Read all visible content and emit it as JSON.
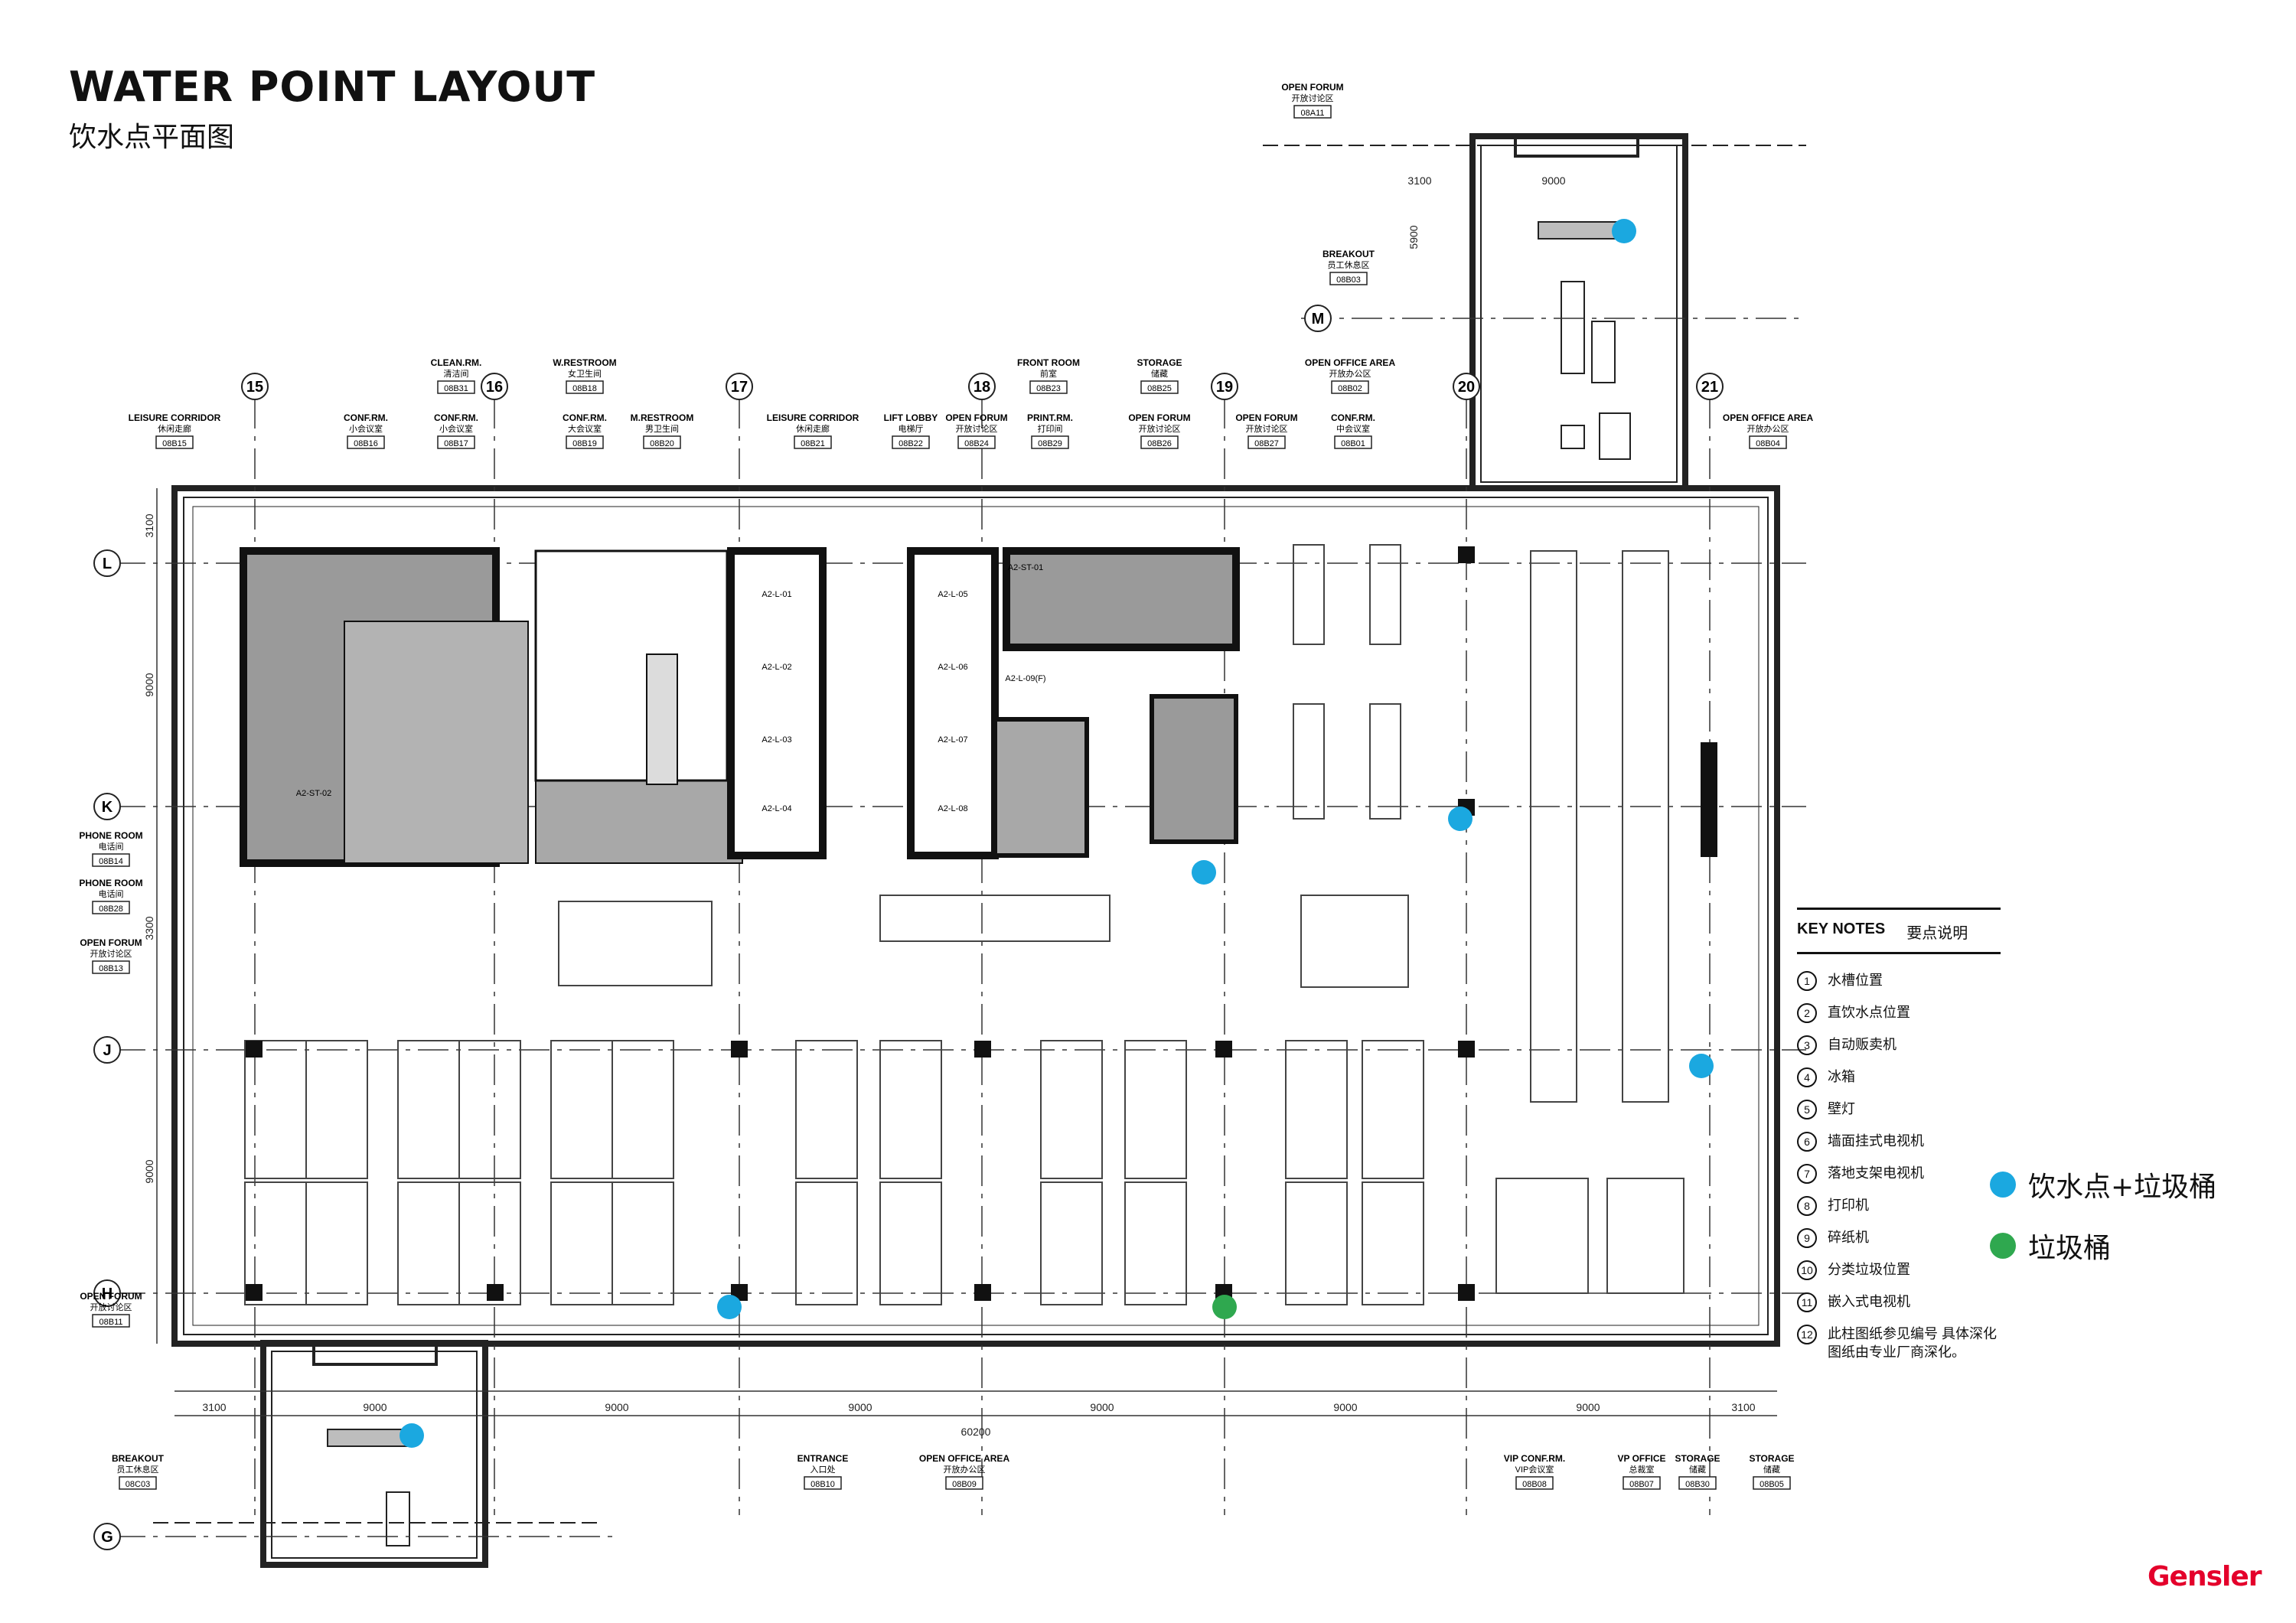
{
  "header": {
    "title": "WATER POINT LAYOUT",
    "subtitle": "饮水点平面图"
  },
  "brand": "Gensler",
  "colors": {
    "water_point": "#1ba8e0",
    "trash_bin": "#2fa84f",
    "core_fill": "#9a9a9a",
    "brand": "#e4002b"
  },
  "grid": {
    "columns": [
      "15",
      "16",
      "17",
      "18",
      "19",
      "20",
      "21"
    ],
    "rows": [
      "L",
      "K",
      "J",
      "H",
      "M",
      "G"
    ],
    "dims_bottom": [
      "3100",
      "9000",
      "9000",
      "9000",
      "9000",
      "9000",
      "9000",
      "3100"
    ],
    "total": "60200",
    "dims_left": [
      "3100",
      "9000",
      "3300",
      "9000"
    ],
    "dims_annex": [
      "3100",
      "9000",
      "5900"
    ]
  },
  "rooms": [
    {
      "name": "OPEN FORUM",
      "cn": "开放讨论区",
      "code": "08A11"
    },
    {
      "name": "BREAKOUT",
      "cn": "员工休息区",
      "code": "08B03"
    },
    {
      "name": "CLEAN.RM.",
      "cn": "清洁间",
      "code": "08B31"
    },
    {
      "name": "W.RESTROOM",
      "cn": "女卫生间",
      "code": "08B18"
    },
    {
      "name": "FRONT ROOM",
      "cn": "前室",
      "code": "08B23"
    },
    {
      "name": "STORAGE",
      "cn": "储藏",
      "code": "08B25"
    },
    {
      "name": "OPEN OFFICE AREA",
      "cn": "开放办公区",
      "code": "08B02"
    },
    {
      "name": "LEISURE CORRIDOR",
      "cn": "休闲走廊",
      "code": "08B15"
    },
    {
      "name": "CONF.RM.",
      "cn": "小会议室",
      "code": "08B16"
    },
    {
      "name": "CONF.RM.",
      "cn": "小会议室",
      "code": "08B17"
    },
    {
      "name": "CONF.RM.",
      "cn": "大会议室",
      "code": "08B19"
    },
    {
      "name": "M.RESTROOM",
      "cn": "男卫生间",
      "code": "08B20"
    },
    {
      "name": "LEISURE CORRIDOR",
      "cn": "休闲走廊",
      "code": "08B21"
    },
    {
      "name": "LIFT LOBBY",
      "cn": "电梯厅",
      "code": "08B22"
    },
    {
      "name": "OPEN FORUM",
      "cn": "开放讨论区",
      "code": "08B24"
    },
    {
      "name": "PRINT.RM.",
      "cn": "打印间",
      "code": "08B29"
    },
    {
      "name": "OPEN FORUM",
      "cn": "开放讨论区",
      "code": "08B26"
    },
    {
      "name": "OPEN FORUM",
      "cn": "开放讨论区",
      "code": "08B27"
    },
    {
      "name": "CONF.RM.",
      "cn": "中会议室",
      "code": "08B01"
    },
    {
      "name": "OPEN OFFICE AREA",
      "cn": "开放办公区",
      "code": "08B04"
    },
    {
      "name": "PHONE ROOM",
      "cn": "电话间",
      "code": "08B14"
    },
    {
      "name": "PHONE ROOM",
      "cn": "电话间",
      "code": "08B28"
    },
    {
      "name": "OPEN FORUM",
      "cn": "开放讨论区",
      "code": "08B13"
    },
    {
      "name": "OPEN FORUM",
      "cn": "开放讨论区",
      "code": "08B11"
    },
    {
      "name": "BREAKOUT",
      "cn": "员工休息区",
      "code": "08C03"
    },
    {
      "name": "ENTRANCE",
      "cn": "入口处",
      "code": "08B10"
    },
    {
      "name": "OPEN OFFICE AREA",
      "cn": "开放办公区",
      "code": "08B09"
    },
    {
      "name": "VIP CONF.RM.",
      "cn": "VIP会议室",
      "code": "08B08"
    },
    {
      "name": "VP OFFICE",
      "cn": "总裁室",
      "code": "08B07"
    },
    {
      "name": "STORAGE",
      "cn": "储藏",
      "code": "08B30"
    },
    {
      "name": "STORAGE",
      "cn": "储藏",
      "code": "08B05"
    }
  ],
  "core_labels": [
    "A2-L-01",
    "A2-L-02",
    "A2-L-03",
    "A2-L-04",
    "A2-L-05",
    "A2-L-06",
    "A2-L-07",
    "A2-L-08",
    "A2-L-09(F)",
    "A2-ST-01",
    "A2-ST-02"
  ],
  "key_notes": {
    "heading_en": "KEY NOTES",
    "heading_cn": "要点说明",
    "items": [
      {
        "num": "1",
        "text": "水槽位置"
      },
      {
        "num": "2",
        "text": "直饮水点位置"
      },
      {
        "num": "3",
        "text": "自动贩卖机"
      },
      {
        "num": "4",
        "text": "冰箱"
      },
      {
        "num": "5",
        "text": "壁灯"
      },
      {
        "num": "6",
        "text": "墙面挂式电视机"
      },
      {
        "num": "7",
        "text": "落地支架电视机"
      },
      {
        "num": "8",
        "text": "打印机"
      },
      {
        "num": "9",
        "text": "碎纸机"
      },
      {
        "num": "10",
        "text": "分类垃圾位置"
      },
      {
        "num": "11",
        "text": "嵌入式电视机"
      },
      {
        "num": "12",
        "text": "此柱图纸参见编号 具体深化图纸由专业厂商深化。"
      }
    ]
  },
  "legend": [
    {
      "label": "饮水点+垃圾桶",
      "color": "#1ba8e0"
    },
    {
      "label": "垃圾桶",
      "color": "#2fa84f"
    }
  ],
  "water_points": [
    {
      "type": "water"
    },
    {
      "type": "water"
    },
    {
      "type": "water"
    },
    {
      "type": "water"
    },
    {
      "type": "water"
    },
    {
      "type": "water"
    },
    {
      "type": "trash"
    }
  ]
}
